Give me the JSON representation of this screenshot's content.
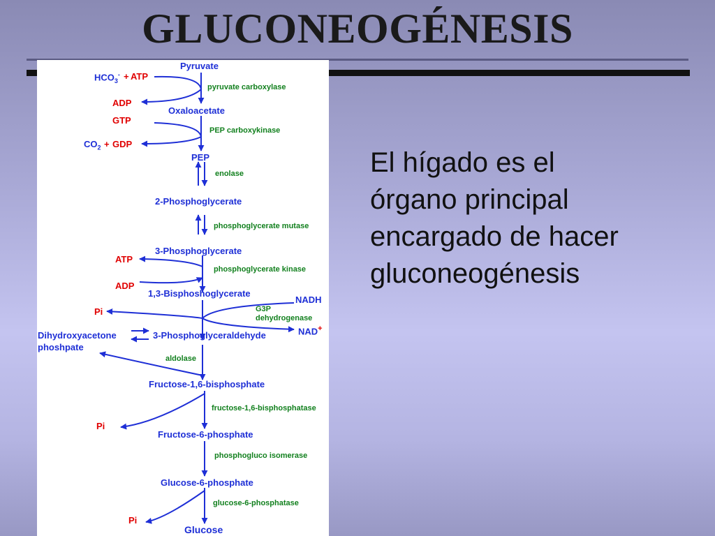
{
  "slide": {
    "title": "GLUCONEOGÉNESIS",
    "body_lines": [
      "El hígado es el",
      "órgano principal",
      "encargado de hacer",
      "gluconeogénesis"
    ]
  },
  "pathway": {
    "metabolites": [
      "Pyruvate",
      "Oxaloacetate",
      "PEP",
      "2-Phosphoglycerate",
      "3-Phosphoglycerate",
      "1,3-Bisphoshoglycerate",
      "3-Phosphoglyceraldehyde",
      "Fructose-1,6-bisphosphate",
      "Fructose-6-phosphate",
      "Glucose-6-phosphate",
      "Glucose"
    ],
    "enzymes": [
      "pyruvate carboxylase",
      "PEP carboxykinase",
      "enolase",
      "phosphoglycerate mutase",
      "phosphoglycerate kinase",
      "G3P",
      "dehydrogenase",
      "aldolase",
      "fructose-1,6-bisphosphatase",
      "phosphogluco isomerase",
      "glucose-6-phosphatase"
    ],
    "cofactors": {
      "hco3": "HCO",
      "hco3_sub": "3",
      "hco3_sup": "-",
      "plus": "+",
      "atp": "ATP",
      "adp": "ADP",
      "gtp": "GTP",
      "co2": "CO",
      "co2_sub": "2",
      "gdp": "GDP",
      "pi": "Pi",
      "nadh": "NADH",
      "nad": "NAD",
      "nad_sup": "+",
      "dhap_line1": "Dihydroxyacetone",
      "dhap_line2": "phoshpate"
    },
    "colors": {
      "metabolite": "#1e2fd6",
      "enzyme": "#12801e",
      "cofactor": "#e00000",
      "arrow": "#1e2fd6"
    }
  }
}
